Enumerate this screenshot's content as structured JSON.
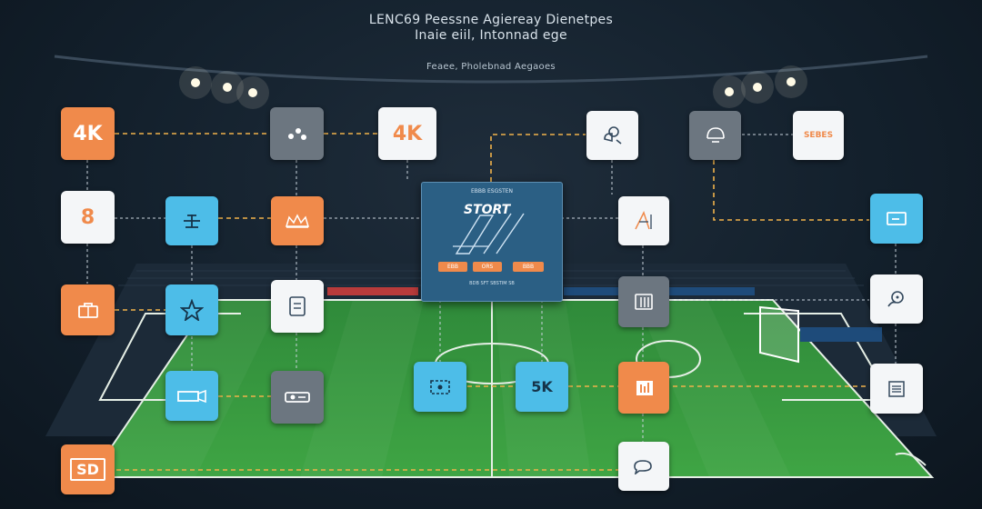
{
  "header": {
    "title_line1": "LENC69 Peessne Agiereay Dienetpes",
    "title_line2": "Inaie eiil, Intonnad ege",
    "subtitle": "Feaee, Pholebnad Aegaoes"
  },
  "panel": {
    "header_text": "EBBB ESGSTEN",
    "title": "STORT",
    "buttons": [
      "EBB",
      "ORS",
      "BBB"
    ],
    "footer_text": "BDB SFT SBSTIM SB"
  },
  "tiles": {
    "t_4k_left": {
      "label": "4K",
      "glyph": "4K"
    },
    "t_dots": {
      "icon": "dots-icon"
    },
    "t_4k_center": {
      "label": "4K",
      "glyph": "4K"
    },
    "t_chat": {
      "icon": "chat-bubbles-icon"
    },
    "t_headset": {
      "icon": "headset-icon"
    },
    "t_label_top_right": {
      "label": "SEBES"
    },
    "t_8": {
      "label": "8"
    },
    "t_network": {
      "icon": "network-icon"
    },
    "t_stadium": {
      "icon": "stadium-icon"
    },
    "t_tactics": {
      "icon": "tactics-board-icon"
    },
    "t_monitor": {
      "icon": "monitor-icon"
    },
    "t_bag": {
      "icon": "bag-icon"
    },
    "t_star": {
      "icon": "star-icon"
    },
    "t_document": {
      "icon": "document-icon"
    },
    "t_book": {
      "icon": "book-icon"
    },
    "t_support": {
      "icon": "support-icon"
    },
    "t_camera": {
      "icon": "camera-icon"
    },
    "t_projector": {
      "icon": "projector-icon"
    },
    "t_network2": {
      "icon": "network-icon"
    },
    "t_5k": {
      "label": "5K"
    },
    "t_bars": {
      "icon": "bar-chart-icon"
    },
    "t_list": {
      "icon": "list-icon"
    },
    "t_sd": {
      "label": "SD"
    },
    "t_chat2": {
      "icon": "chat-icon"
    }
  },
  "colors": {
    "orange": "#f08a4b",
    "blue": "#4dbde8",
    "gray": "#6c7680",
    "white": "#f4f6f8",
    "panel": "#2b5f84",
    "connector": "#f0b24b",
    "dotted": "#c9d3dc"
  }
}
